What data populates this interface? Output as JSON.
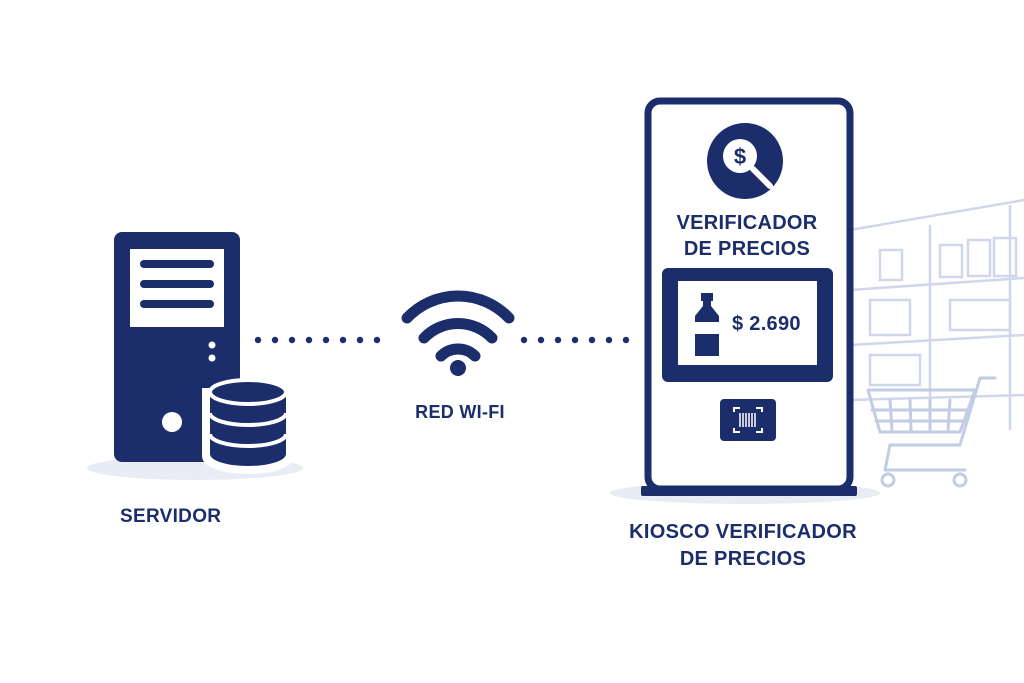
{
  "server": {
    "label": "SERVIDOR"
  },
  "network": {
    "label": "RED WI-FI"
  },
  "kiosk": {
    "screen_title_line1": "VERIFICADOR",
    "screen_title_line2": "DE PRECIOS",
    "price": "$ 2.690",
    "label_line1": "KIOSCO VERIFICADOR",
    "label_line2": "DE PRECIOS"
  },
  "colors": {
    "navy": "#1b2d6b",
    "light_shelf": "#c9d2e6",
    "shadow": "#e8ecf5"
  }
}
